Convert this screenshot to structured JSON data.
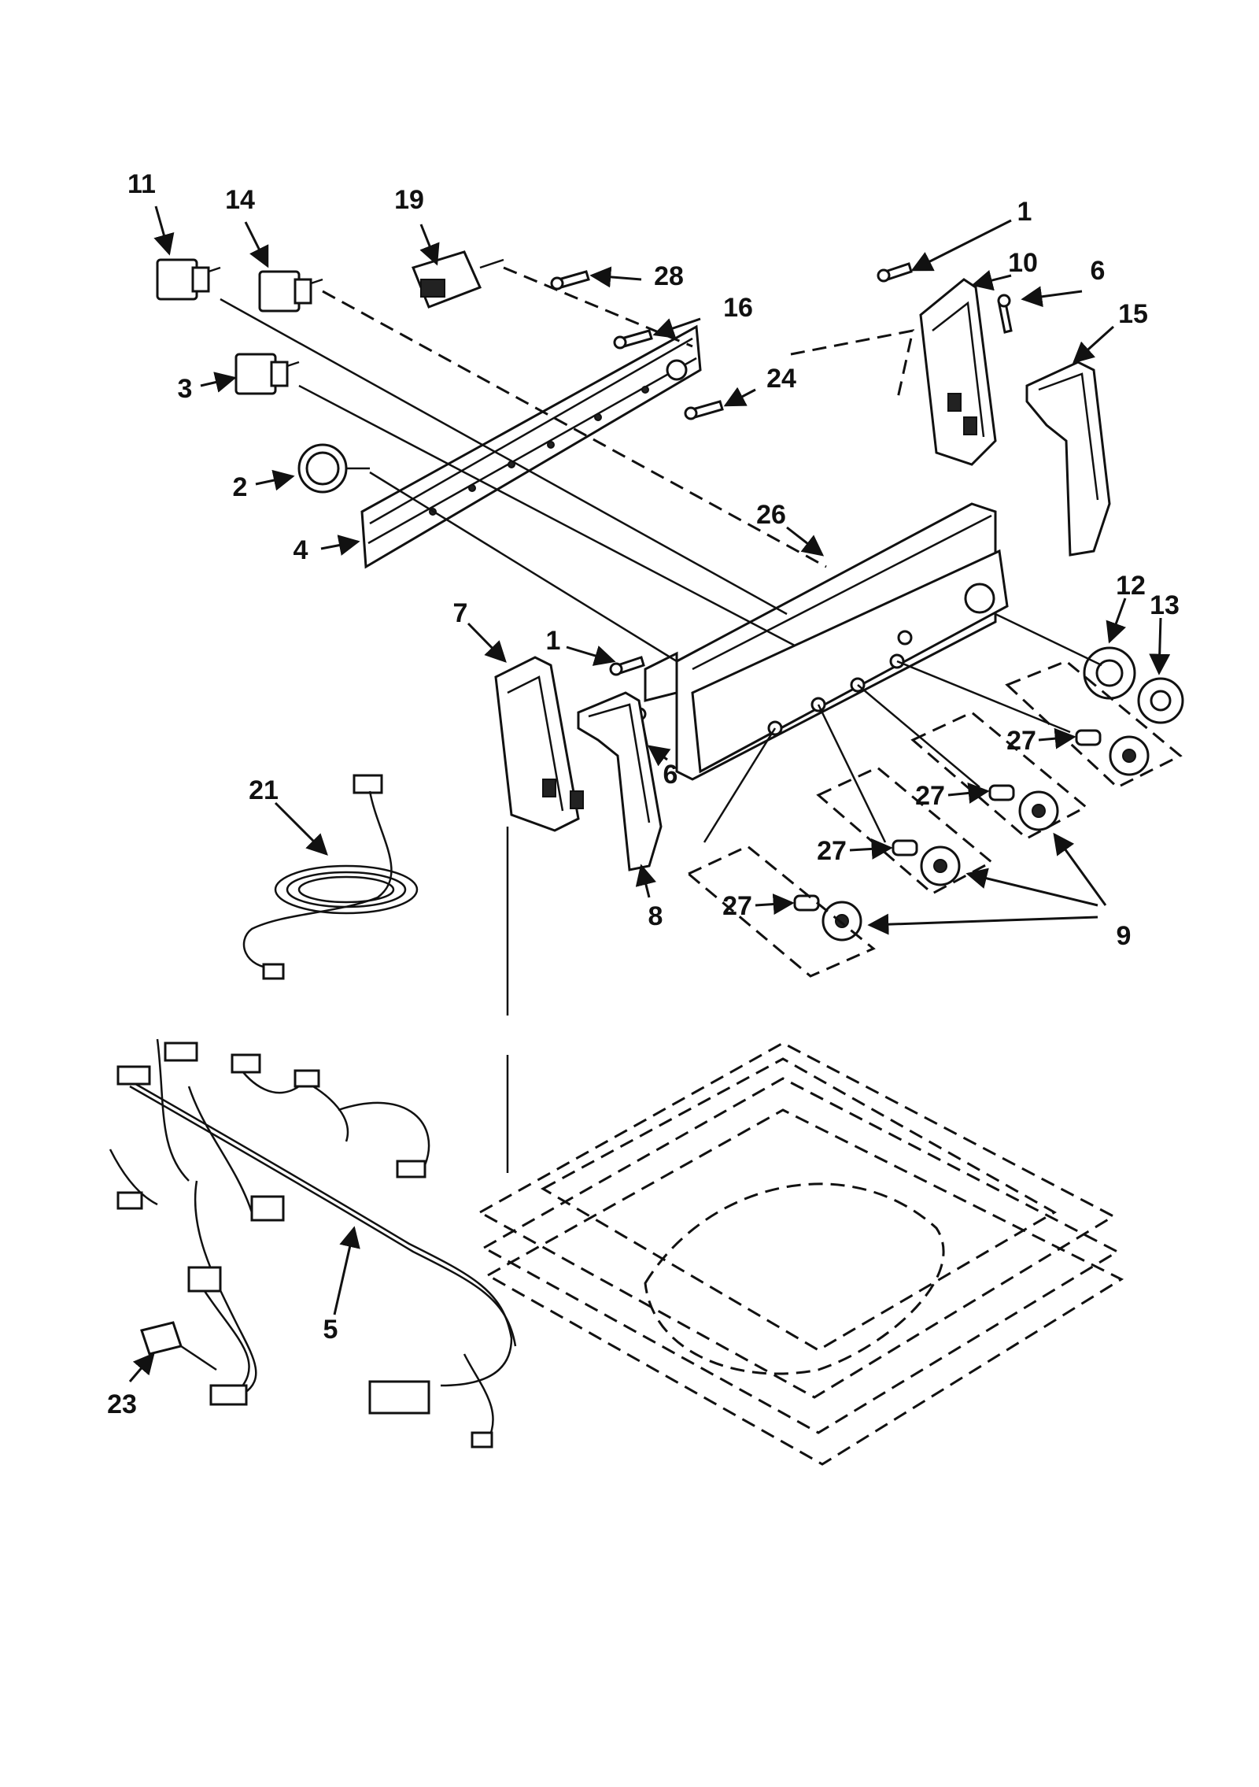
{
  "labels": {
    "l1a": "1",
    "l1b": "1",
    "l2": "2",
    "l3": "3",
    "l4": "4",
    "l5": "5",
    "l6a": "6",
    "l6b": "6",
    "l7": "7",
    "l8": "8",
    "l9": "9",
    "l10": "10",
    "l11": "11",
    "l12": "12",
    "l13": "13",
    "l14": "14",
    "l15": "15",
    "l16": "16",
    "l19": "19",
    "l21": "21",
    "l23": "23",
    "l24": "24",
    "l26": "26",
    "l27a": "27",
    "l27b": "27",
    "l27c": "27",
    "l27d": "27",
    "l28": "28"
  }
}
